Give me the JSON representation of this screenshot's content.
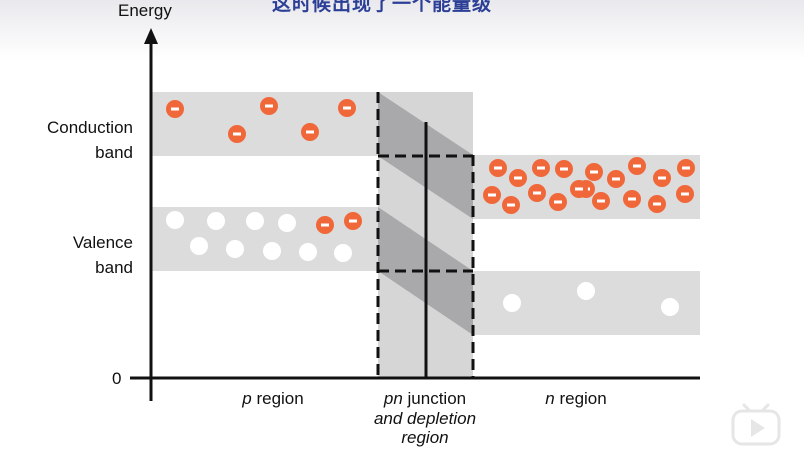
{
  "overlay": {
    "subtitle": "这时候出现了一个能量级"
  },
  "diagram": {
    "y_axis_label": "Energy",
    "zero_label": "0",
    "conduction_label_line1": "Conduction",
    "conduction_label_line2": "band",
    "valence_label_line1": "Valence",
    "valence_label_line2": "band",
    "p_region_letter": "p",
    "p_region_text": " region",
    "pn_letters": "pn",
    "pn_text": " junction",
    "depletion_line1": "and depletion",
    "depletion_line2": "region",
    "n_region_letter": "n",
    "n_region_text": " region",
    "electron_sign": "−",
    "colors": {
      "band_fill": "#dcdcdd",
      "junction_fill": "#cfcfd0",
      "slope_fill": "#a8a8aa",
      "electron": "#f0683a",
      "hole": "#ffffff",
      "subtitle": "#2c3f96"
    }
  },
  "player": {
    "play_icon": "play-icon"
  }
}
